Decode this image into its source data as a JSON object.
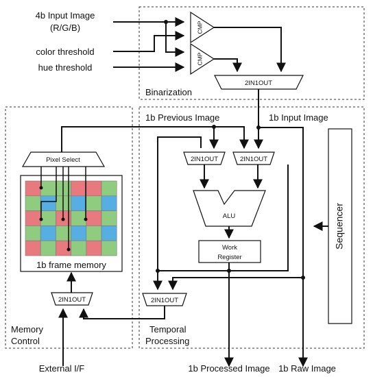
{
  "labels": {
    "input_image": "4b Input Image",
    "input_image_sub": "(R/G/B)",
    "color_threshold": "color threshold",
    "hue_threshold": "hue threshold",
    "cmp": "CMP",
    "mux": "2IN1OUT",
    "binarization": "Binarization",
    "input_1b": "1b Input Image",
    "previous_1b": "1b Previous Image",
    "pixel_select": "Pixel Select",
    "frame_memory": "1b frame memory",
    "alu": "ALU",
    "work_register_1": "Work",
    "work_register_2": "Register",
    "sequencer": "Sequencer",
    "memory_control_1": "Memory",
    "memory_control_2": "Control",
    "temporal_processing_1": "Temporal",
    "temporal_processing_2": "Processing",
    "external_if": "External I/F",
    "processed_image": "1b Processed Image",
    "raw_image": "1b Raw Image"
  },
  "colors": {
    "red": "#e8797f",
    "green": "#8fcc7f",
    "blue": "#56aee3",
    "line": "#111111"
  },
  "memory_grid": [
    [
      "red",
      "green",
      "green",
      "red",
      "red",
      "green"
    ],
    [
      "green",
      "blue",
      "green",
      "blue",
      "green",
      "blue"
    ],
    [
      "red",
      "green",
      "red",
      "green",
      "red",
      "green"
    ],
    [
      "green",
      "blue",
      "green",
      "blue",
      "green",
      "blue"
    ],
    [
      "red",
      "green",
      "red",
      "green",
      "red",
      "green"
    ]
  ]
}
